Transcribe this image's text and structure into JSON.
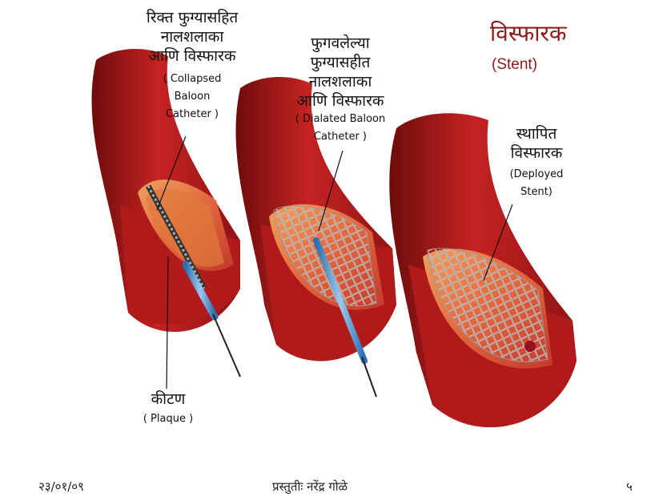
{
  "title": "विस्फारक",
  "subtitle": "(Stent)",
  "labels": {
    "collapsed": {
      "mr_lines": [
        "रिक्त फुग्यासहित",
        "नालशलाका",
        "आणि विस्फारक"
      ],
      "en_lines": [
        "( Collapsed",
        "Baloon",
        "Catheter )"
      ]
    },
    "dilated": {
      "mr_lines": [
        "फुगवलेल्या",
        "फुग्यासहीत",
        "नालशलाका",
        "आणि विस्फारक"
      ],
      "en_lines": [
        "( Dialated Baloon",
        "Catheter )"
      ]
    },
    "deployed": {
      "mr_lines": [
        "स्थापित",
        "विस्फारक"
      ],
      "en_lines": [
        "(Deployed",
        "Stent)"
      ]
    },
    "plaque": {
      "mr": "कीटण",
      "en": "( Plaque )"
    }
  },
  "footer": {
    "date": "२३/०१/०९",
    "presenter": "प्रस्तुतीः नरेंद्र गोळे",
    "page": "५"
  },
  "colors": {
    "title": "#8b1a1a",
    "artery": "#b81c1c",
    "artery_dark": "#7a0f0f",
    "inner_wall": "#e86a4a",
    "stent": "#c8c8c8",
    "catheter": "#4a8fd0"
  }
}
